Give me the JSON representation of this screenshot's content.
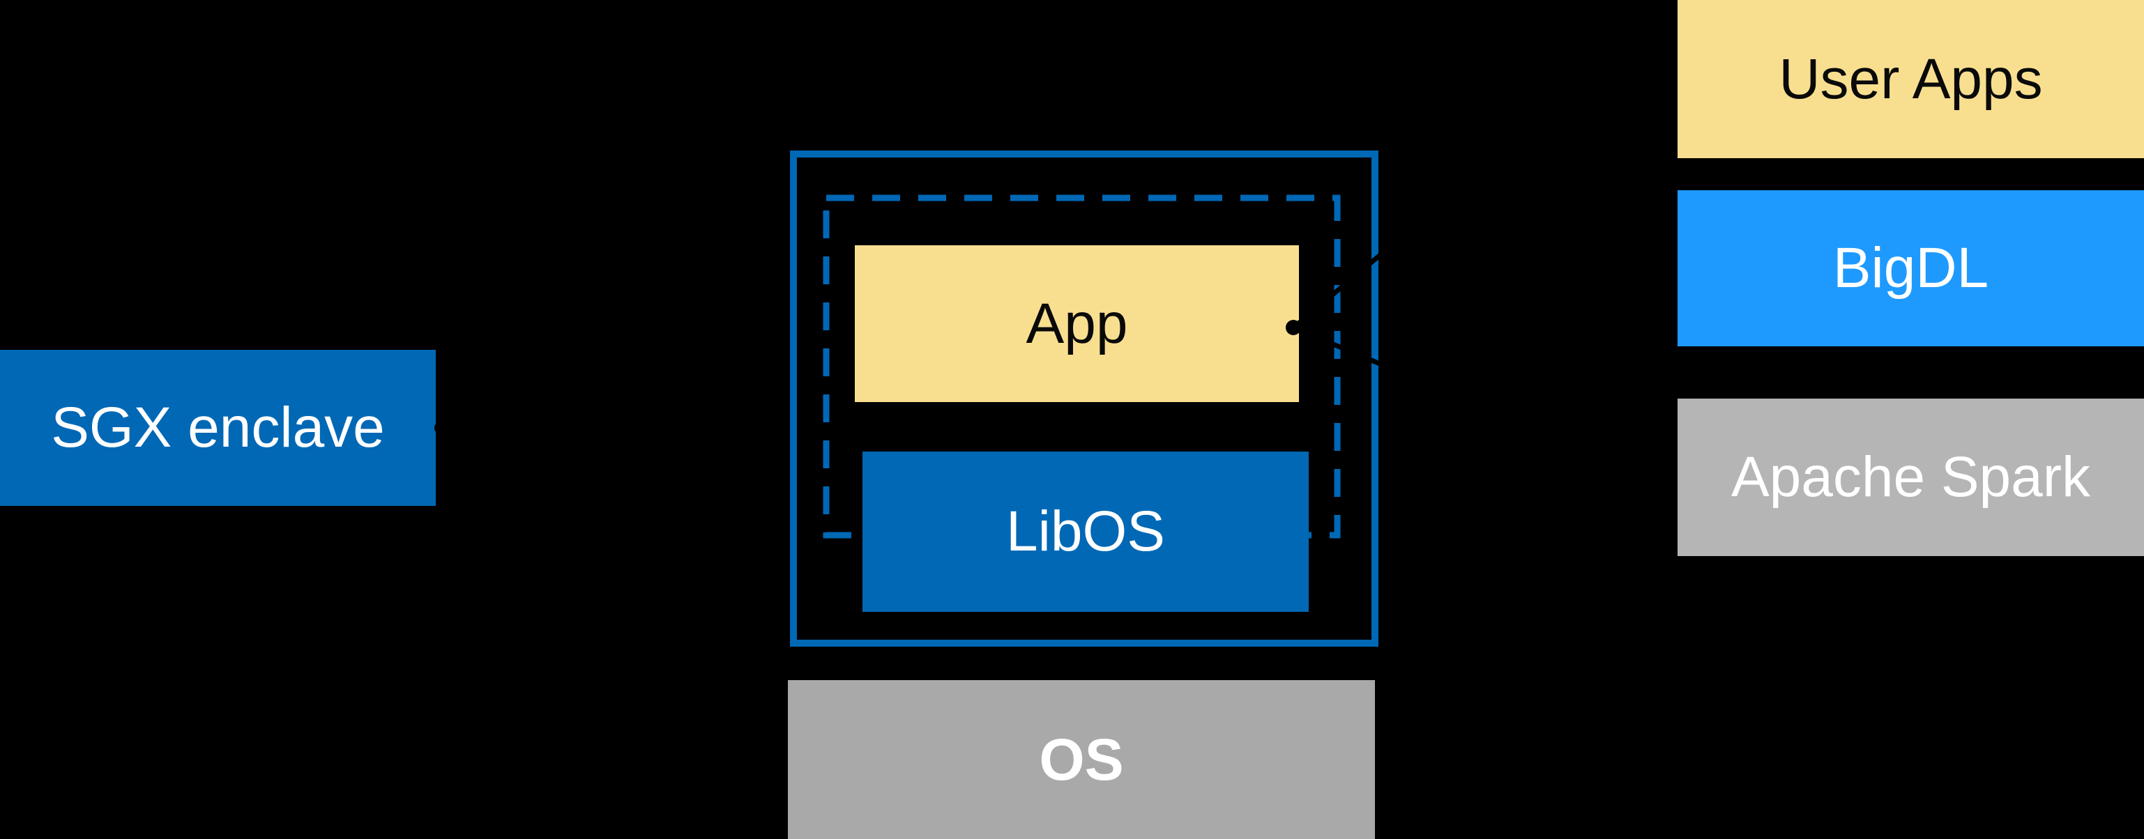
{
  "diagram": {
    "description": "Architecture diagram: an SGX enclave (dashed boundary) inside a host box contains an App running on a LibOS, sitting on the OS; a separate stack of User Apps, BigDL and Apache Spark maps into the enclave App.",
    "nodes": {
      "sgx_enclave": {
        "label": "SGX enclave",
        "fill": "#0068B5",
        "text_color": "#FFFFFF"
      },
      "app": {
        "label": "App",
        "fill": "#F8DF90",
        "text_color": "#0A0A0A"
      },
      "libos": {
        "label": "LibOS",
        "fill": "#0068B5",
        "text_color": "#FFFFFF"
      },
      "os": {
        "label": "OS",
        "fill": "#A9A9A9",
        "text_color": "#FFFFFF"
      },
      "user_apps": {
        "label": "User Apps",
        "fill": "#F8DF90",
        "text_color": "#0A0A0A"
      },
      "bigdl": {
        "label": "BigDL",
        "fill": "#1E9AFF",
        "text_color": "#FFFFFF"
      },
      "apache_spark": {
        "label": "Apache Spark",
        "fill": "#B5B5B5",
        "text_color": "#FFFFFF"
      }
    },
    "colors": {
      "background": "#000000",
      "frame_blue": "#0068B5",
      "connector_black": "#000000"
    },
    "connectors": [
      {
        "from": "sgx_enclave",
        "to": "enclave-dashed-boundary",
        "style": "black line with start dot"
      },
      {
        "from": "user_apps",
        "to": "app",
        "style": "black line converging on dot at App right edge"
      },
      {
        "from": "apache_spark",
        "to": "app",
        "style": "black line converging on dot at App right edge"
      }
    ]
  }
}
